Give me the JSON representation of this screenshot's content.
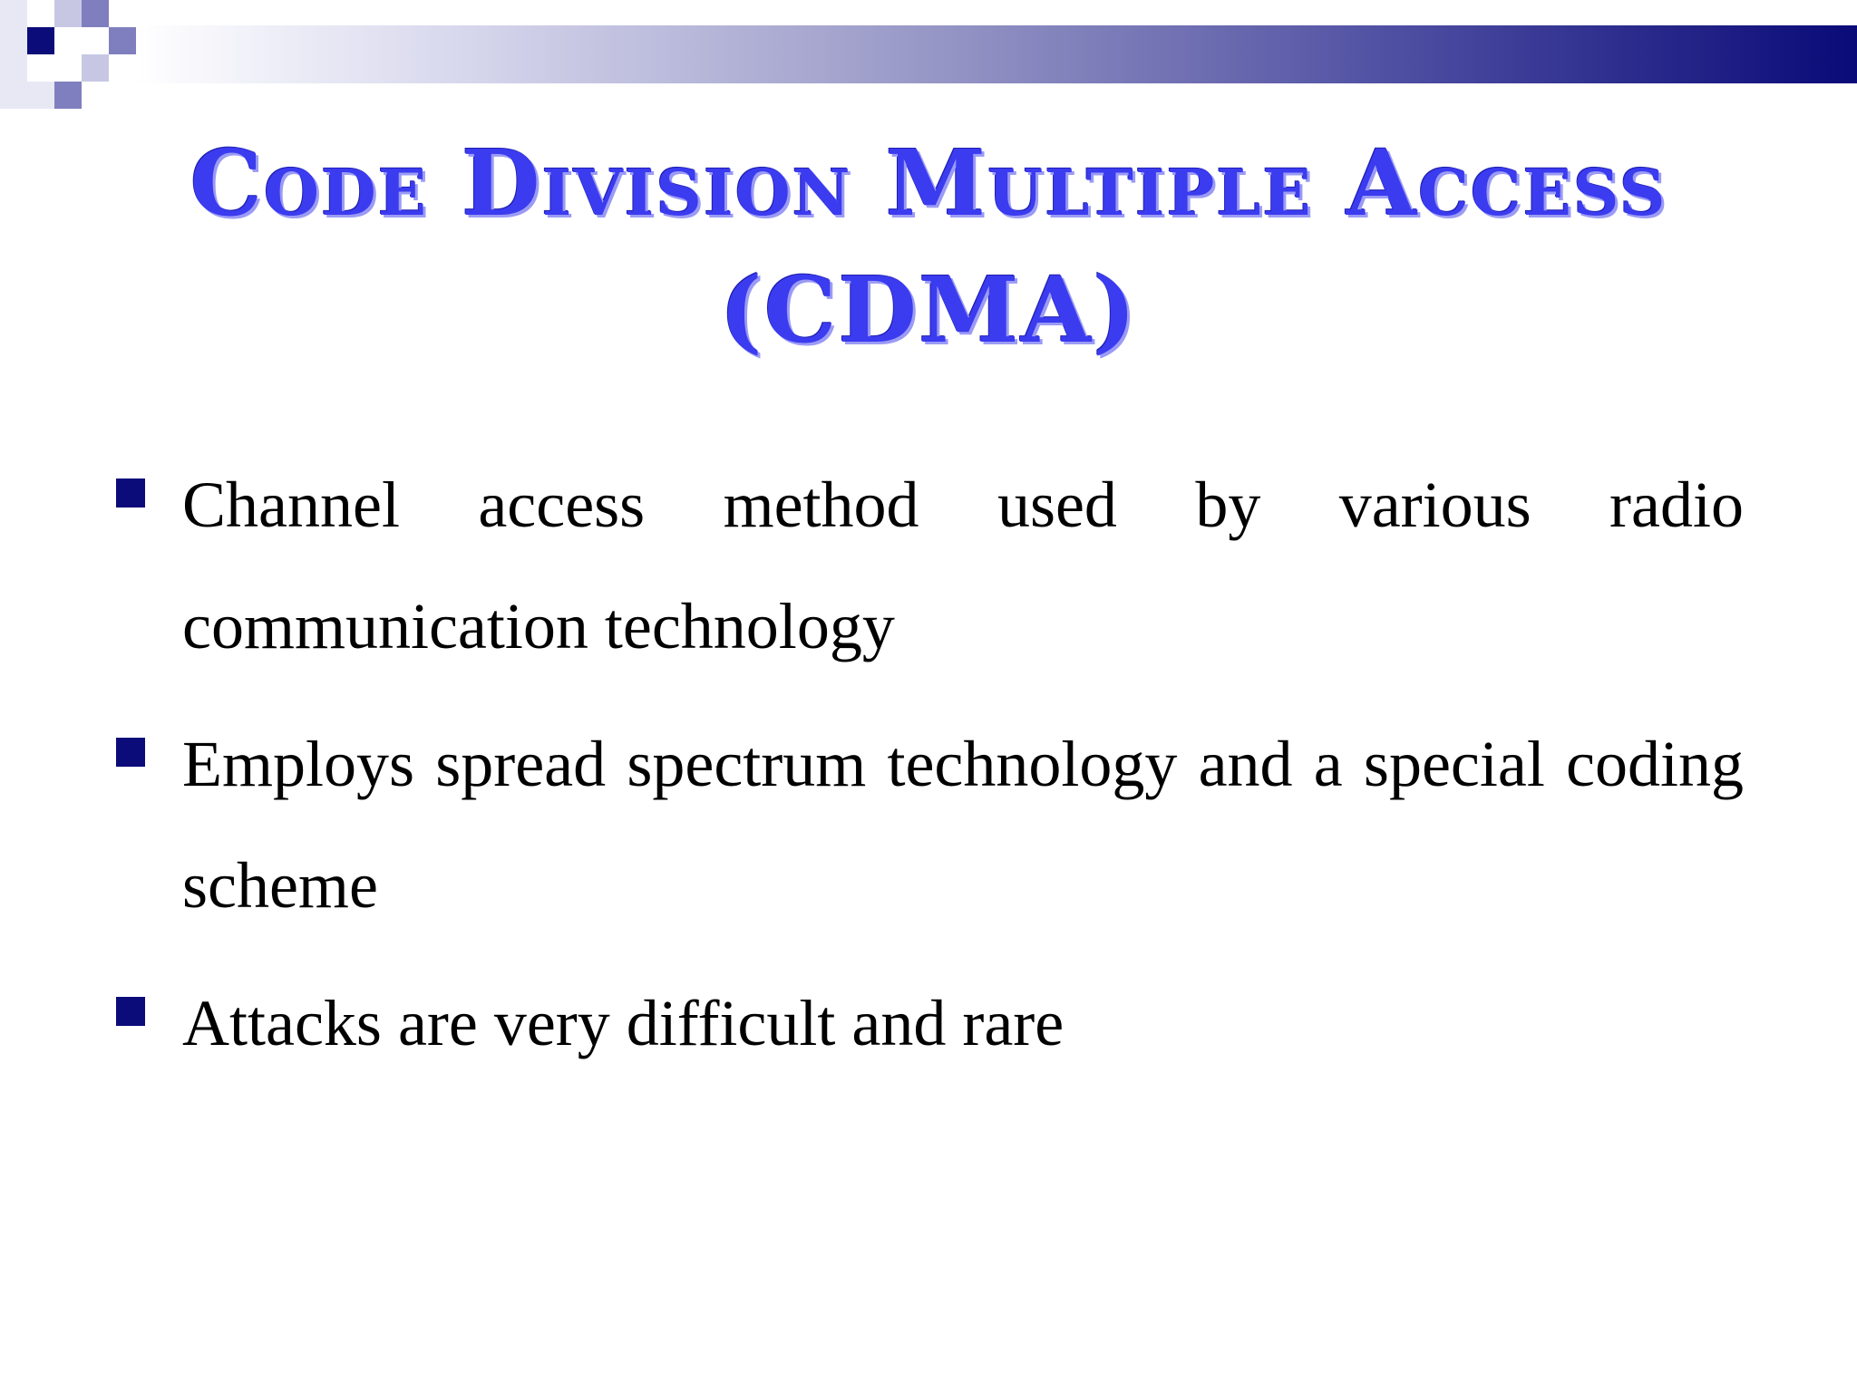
{
  "slide": {
    "title": "Code Division Multiple Access (CDMA)",
    "bullets": [
      "Channel access method used by various radio communication technology",
      "Employs spread spectrum technology and a special coding scheme",
      "Attacks are very difficult and rare"
    ]
  },
  "colors": {
    "title": "#3b3bf0",
    "bullet_marker": "#0b0b7a",
    "top_bar_end": "#0a0a78"
  }
}
